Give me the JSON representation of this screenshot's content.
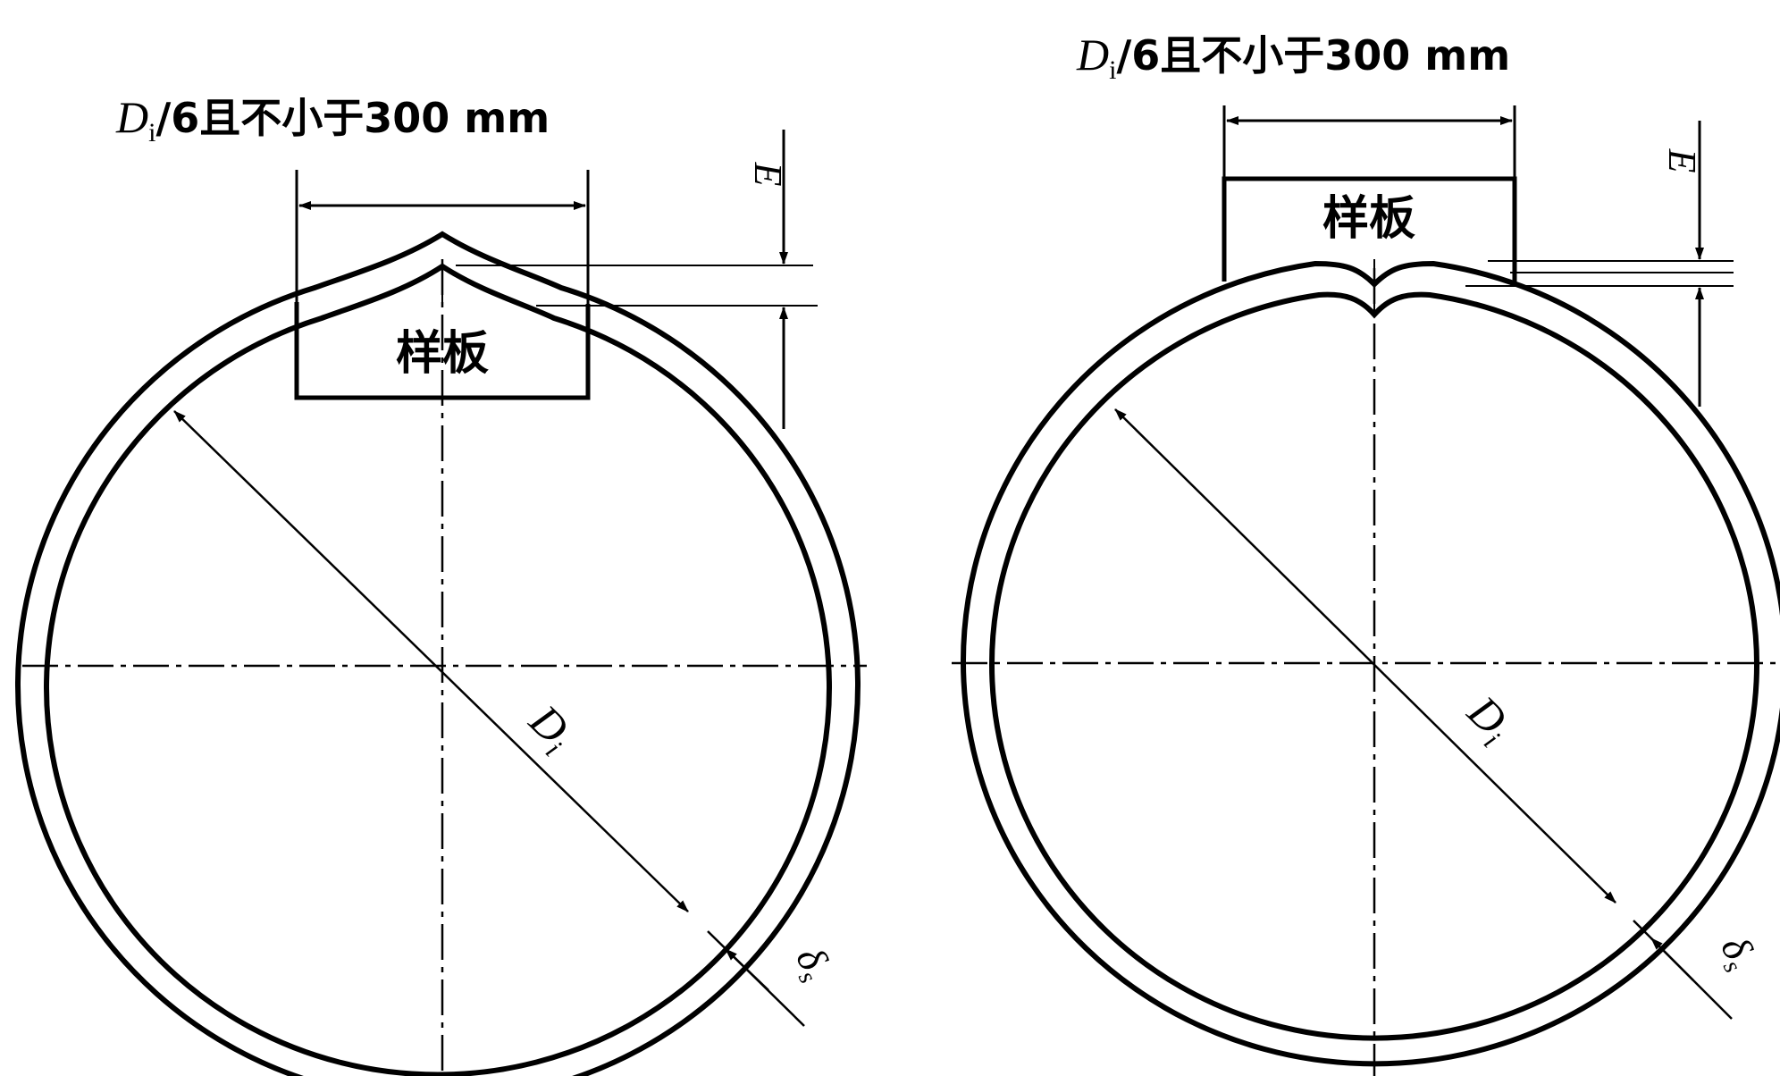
{
  "figures": [
    {
      "id": "left",
      "top_dim_prefix": "D",
      "top_dim_sub": "i",
      "top_dim_rest": "/6且不小于300 mm",
      "template_label": "样板",
      "E_label": "E",
      "diameter_label": "D",
      "diameter_sub": "i",
      "thickness_label": "δ",
      "thickness_sub": "s"
    },
    {
      "id": "right",
      "top_dim_prefix": "D",
      "top_dim_sub": "i",
      "top_dim_rest": "/6且不小于300 mm",
      "template_label": "样板",
      "E_label": "E",
      "diameter_label": "D",
      "diameter_sub": "i",
      "thickness_label": "δ",
      "thickness_sub": "s"
    }
  ],
  "colors": {
    "line": "#000000",
    "background": "#ffffff"
  }
}
